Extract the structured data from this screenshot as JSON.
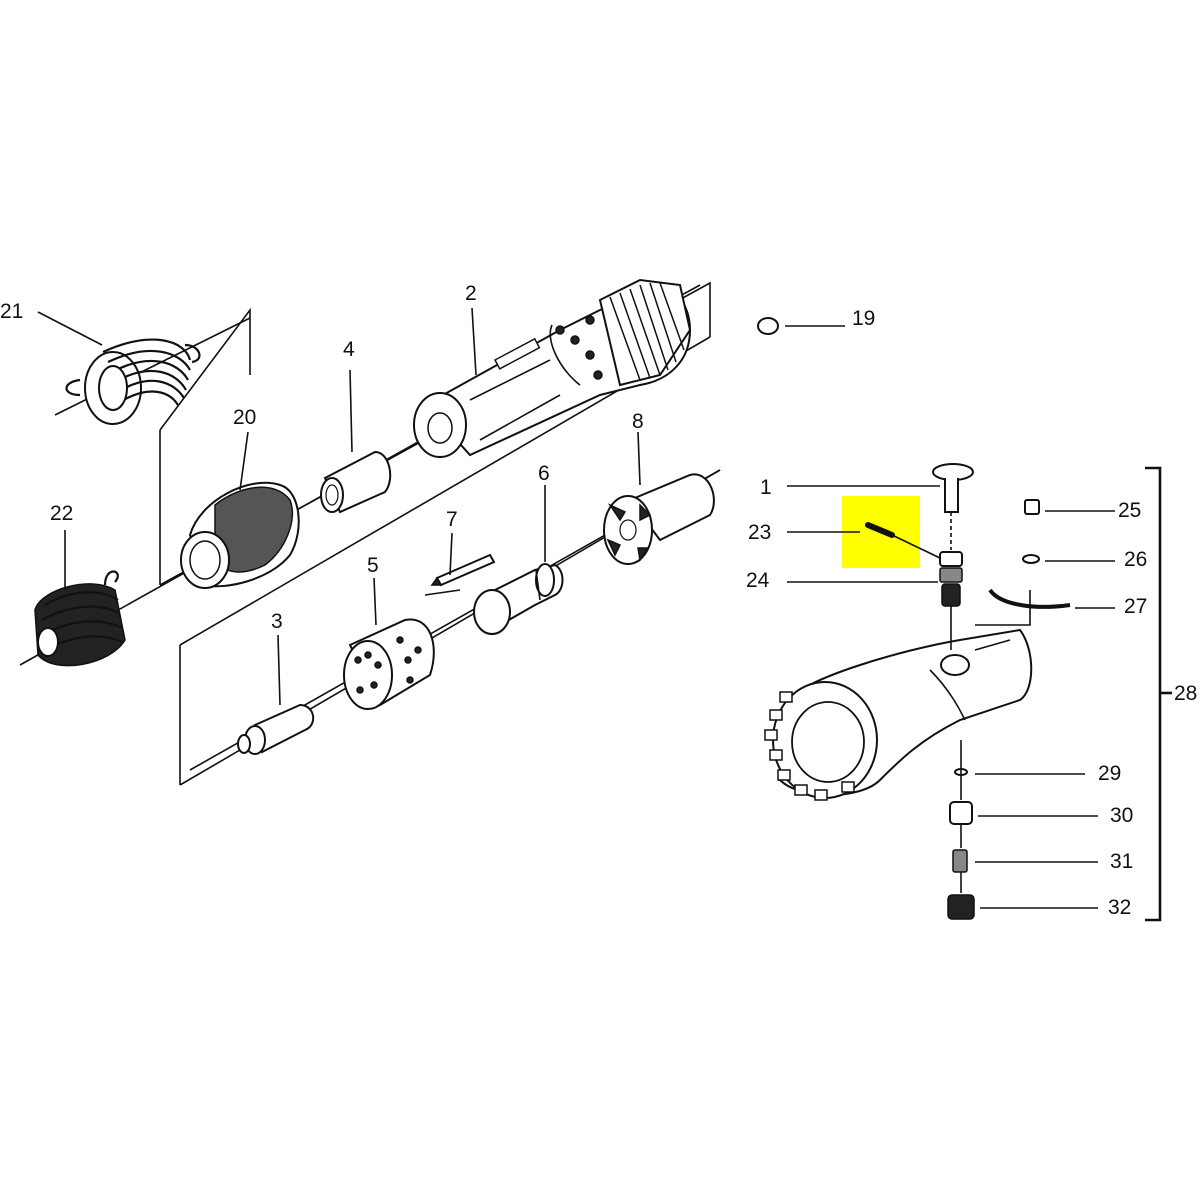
{
  "diagram": {
    "labels": {
      "p1": "1",
      "p2": "2",
      "p3": "3",
      "p4": "4",
      "p5": "5",
      "p6": "6",
      "p7": "7",
      "p8": "8",
      "p19": "19",
      "p20": "20",
      "p21": "21",
      "p22": "22",
      "p23": "23",
      "p24": "24",
      "p25": "25",
      "p26": "26",
      "p27": "27",
      "p28": "28",
      "p29": "29",
      "p30": "30",
      "p31": "31",
      "p32": "32"
    },
    "highlighted_part": "23",
    "highlight_color": "#ffff00",
    "line_color": "#111111"
  }
}
